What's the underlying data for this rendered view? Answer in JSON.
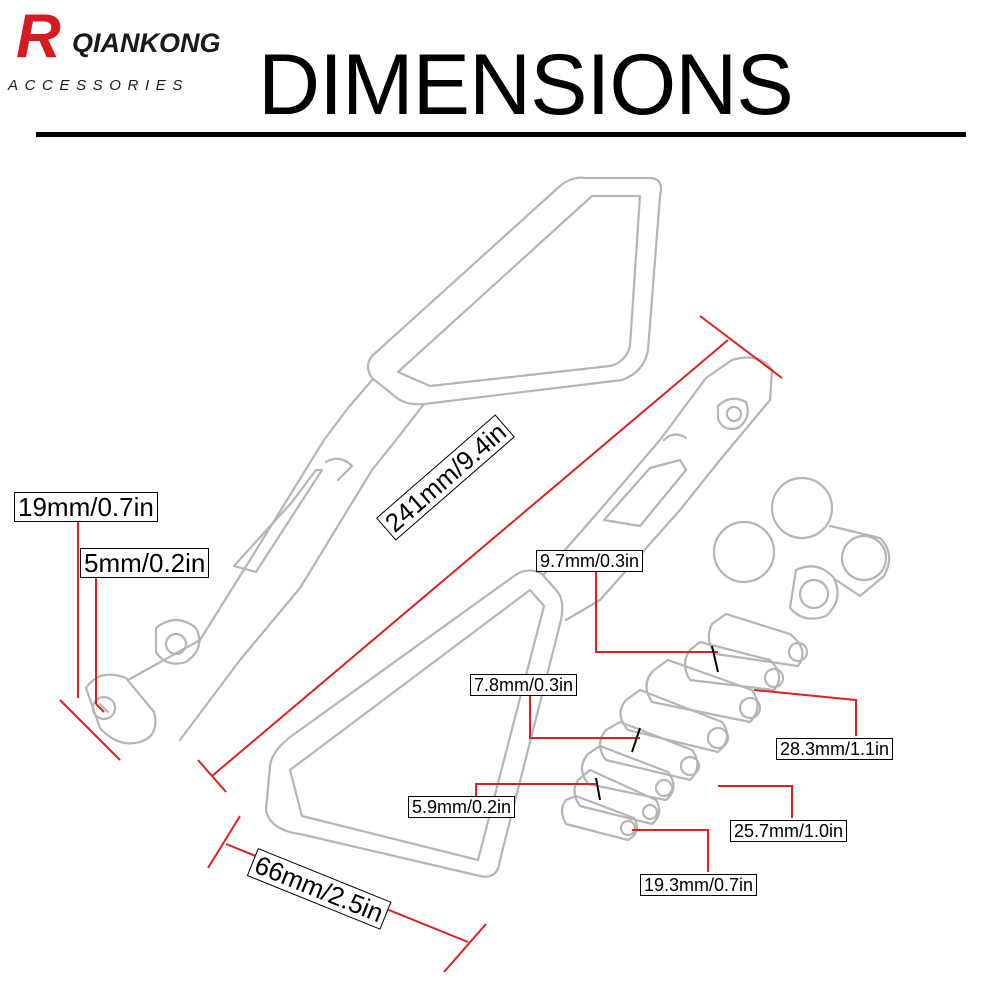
{
  "brand": {
    "name": "RQIANKONG",
    "initial": "R",
    "rest": "QIANKONG",
    "tagline": "ACCESSORIES",
    "accent_color": "#d71920"
  },
  "title": "DIMENSIONS",
  "dimensions": {
    "length": "241mm/9.4in",
    "width": "66mm/2.5in",
    "arm_diameter": "19mm/0.7in",
    "hole_diameter": "5mm/0.2in",
    "bolt_head_a": "9.7mm/0.3in",
    "bolt_head_b": "7.8mm/0.3in",
    "bolt_head_c": "5.9mm/0.2in",
    "bolt_length_a": "28.3mm/1.1in",
    "bolt_length_b": "25.7mm/1.0in",
    "bolt_length_c": "19.3mm/0.7in"
  },
  "colors": {
    "dimension_line": "#e02020",
    "outline": "#b5b5b5",
    "text": "#000000"
  }
}
